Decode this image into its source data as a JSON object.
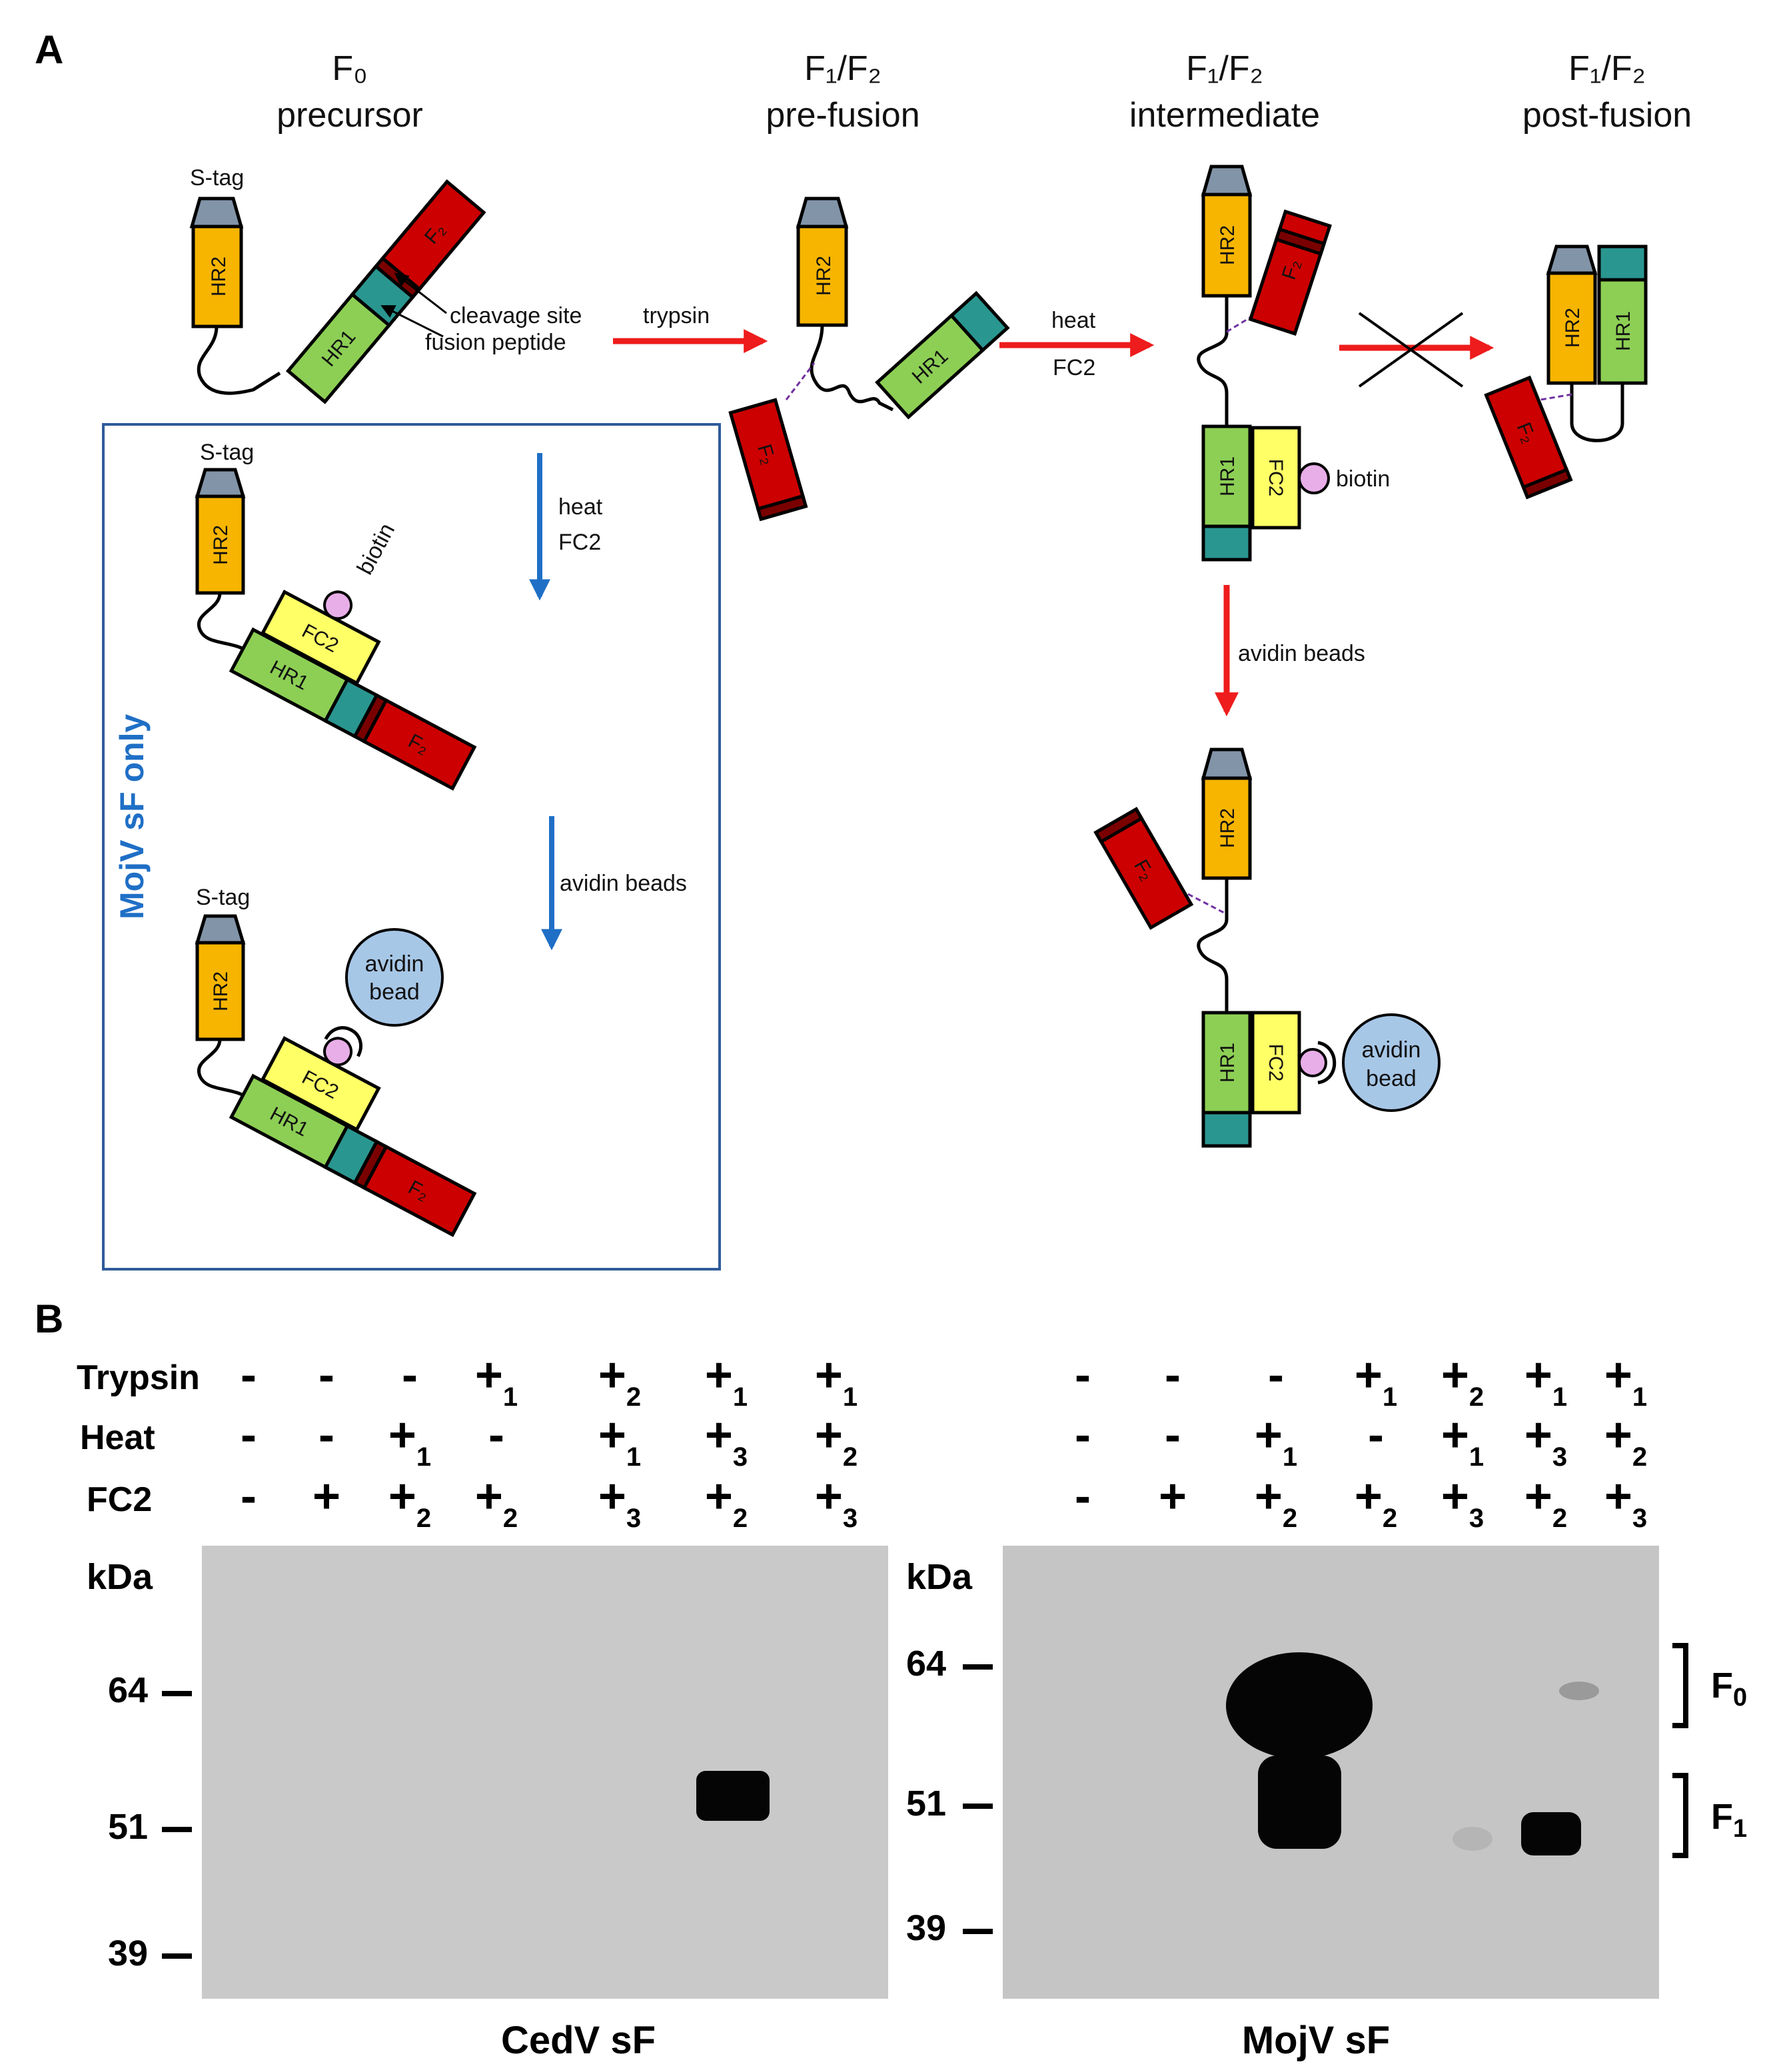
{
  "panel_a": {
    "label": "A",
    "stage_titles": [
      {
        "line1": "F₀",
        "line2": "precursor"
      },
      {
        "line1": "F₁/F₂",
        "line2": "pre-fusion"
      },
      {
        "line1": "F₁/F₂",
        "line2": "intermediate"
      },
      {
        "line1": "F₁/F₂",
        "line2": "post-fusion"
      }
    ],
    "domain_labels": {
      "s_tag": "S-tag",
      "hr2": "HR2",
      "hr1": "HR1",
      "f2": "F₂",
      "fc2": "FC2",
      "biotin": "biotin",
      "avidin_line1": "avidin",
      "avidin_line2": "bead"
    },
    "callouts": {
      "cleavage_site": "cleavage  site",
      "fusion_peptide": "fusion peptide"
    },
    "steps": {
      "trypsin": "trypsin",
      "heat": "heat",
      "fc2": "FC2",
      "avidin_beads": "avidin beads"
    },
    "inset_title": "MojV sF only",
    "colors": {
      "arrow_red": "#ee1c1c",
      "arrow_blue": "#1f6fc6",
      "inset_border": "#2e5b9a",
      "inset_title": "#1f6fc6",
      "hr2": "#f7b500",
      "hr1": "#8dcf55",
      "f2": "#cc0000",
      "f2_band": "#7a0000",
      "teal": "#2a9690",
      "fc2": "#ffff66",
      "s_tag": "#8294a8",
      "biotin": "#e8aee8",
      "avidin_bead": "#a7c7e7"
    }
  },
  "panel_b": {
    "label": "B",
    "row_labels": [
      "Trypsin",
      "Heat",
      "FC2"
    ],
    "lane_conditions": [
      {
        "trypsin": "-",
        "heat": "-",
        "fc2": "-"
      },
      {
        "trypsin": "-",
        "heat": "-",
        "fc2": "+"
      },
      {
        "trypsin": "-",
        "heat": "+1",
        "fc2": "+2"
      },
      {
        "trypsin": "+1",
        "heat": "-",
        "fc2": "+2"
      },
      {
        "trypsin": "+2",
        "heat": "+1",
        "fc2": "+3"
      },
      {
        "trypsin": "+1",
        "heat": "+3",
        "fc2": "+2"
      },
      {
        "trypsin": "+1",
        "heat": "+2",
        "fc2": "+3"
      }
    ],
    "unit_label": "kDa",
    "markers": [
      "64",
      "51",
      "39"
    ],
    "blots": [
      {
        "caption": "CedV sF"
      },
      {
        "caption": "MojV sF"
      }
    ],
    "band_labels": [
      {
        "letter": "F",
        "sub": "0"
      },
      {
        "letter": "F",
        "sub": "1"
      }
    ]
  }
}
